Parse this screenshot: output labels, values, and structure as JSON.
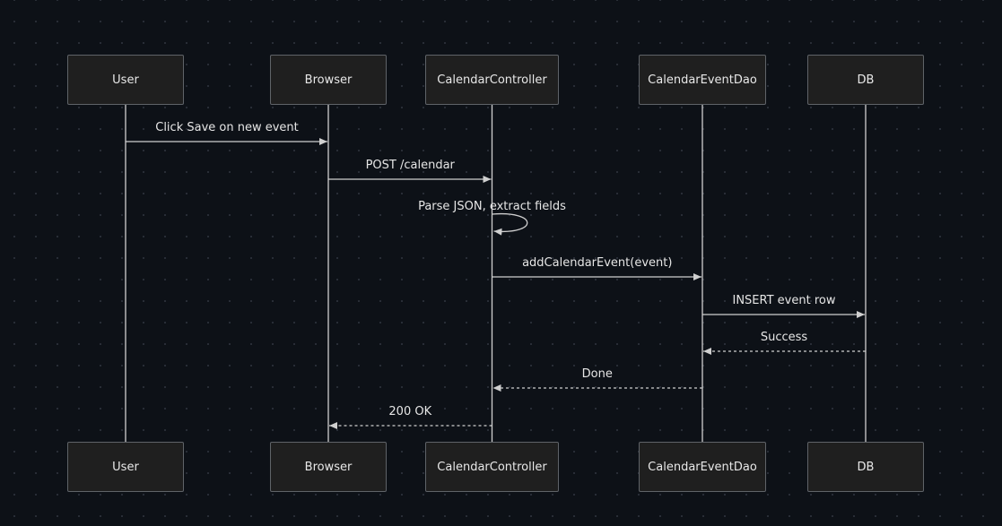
{
  "participants": [
    {
      "id": "user",
      "label": "User"
    },
    {
      "id": "browser",
      "label": "Browser"
    },
    {
      "id": "controller",
      "label": "CalendarController"
    },
    {
      "id": "dao",
      "label": "CalendarEventDao"
    },
    {
      "id": "db",
      "label": "DB"
    }
  ],
  "messages": [
    {
      "from": "user",
      "to": "browser",
      "label": "Click Save on new event",
      "type": "solid"
    },
    {
      "from": "browser",
      "to": "controller",
      "label": "POST /calendar",
      "type": "solid"
    },
    {
      "from": "controller",
      "to": "controller",
      "label": "Parse JSON, extract fields",
      "type": "self"
    },
    {
      "from": "controller",
      "to": "dao",
      "label": "addCalendarEvent(event)",
      "type": "solid"
    },
    {
      "from": "dao",
      "to": "db",
      "label": "INSERT event row",
      "type": "solid"
    },
    {
      "from": "db",
      "to": "dao",
      "label": "Success",
      "type": "dashed"
    },
    {
      "from": "dao",
      "to": "controller",
      "label": "Done",
      "type": "dashed"
    },
    {
      "from": "controller",
      "to": "browser",
      "label": "200 OK",
      "type": "dashed"
    }
  ],
  "colors": {
    "background": "#0d1117",
    "actor_fill": "#1f1f1f",
    "actor_border": "#5f6368",
    "lifeline": "#cfcfcf",
    "arrow": "#cfcfcf",
    "text": "#e6e6e6"
  }
}
